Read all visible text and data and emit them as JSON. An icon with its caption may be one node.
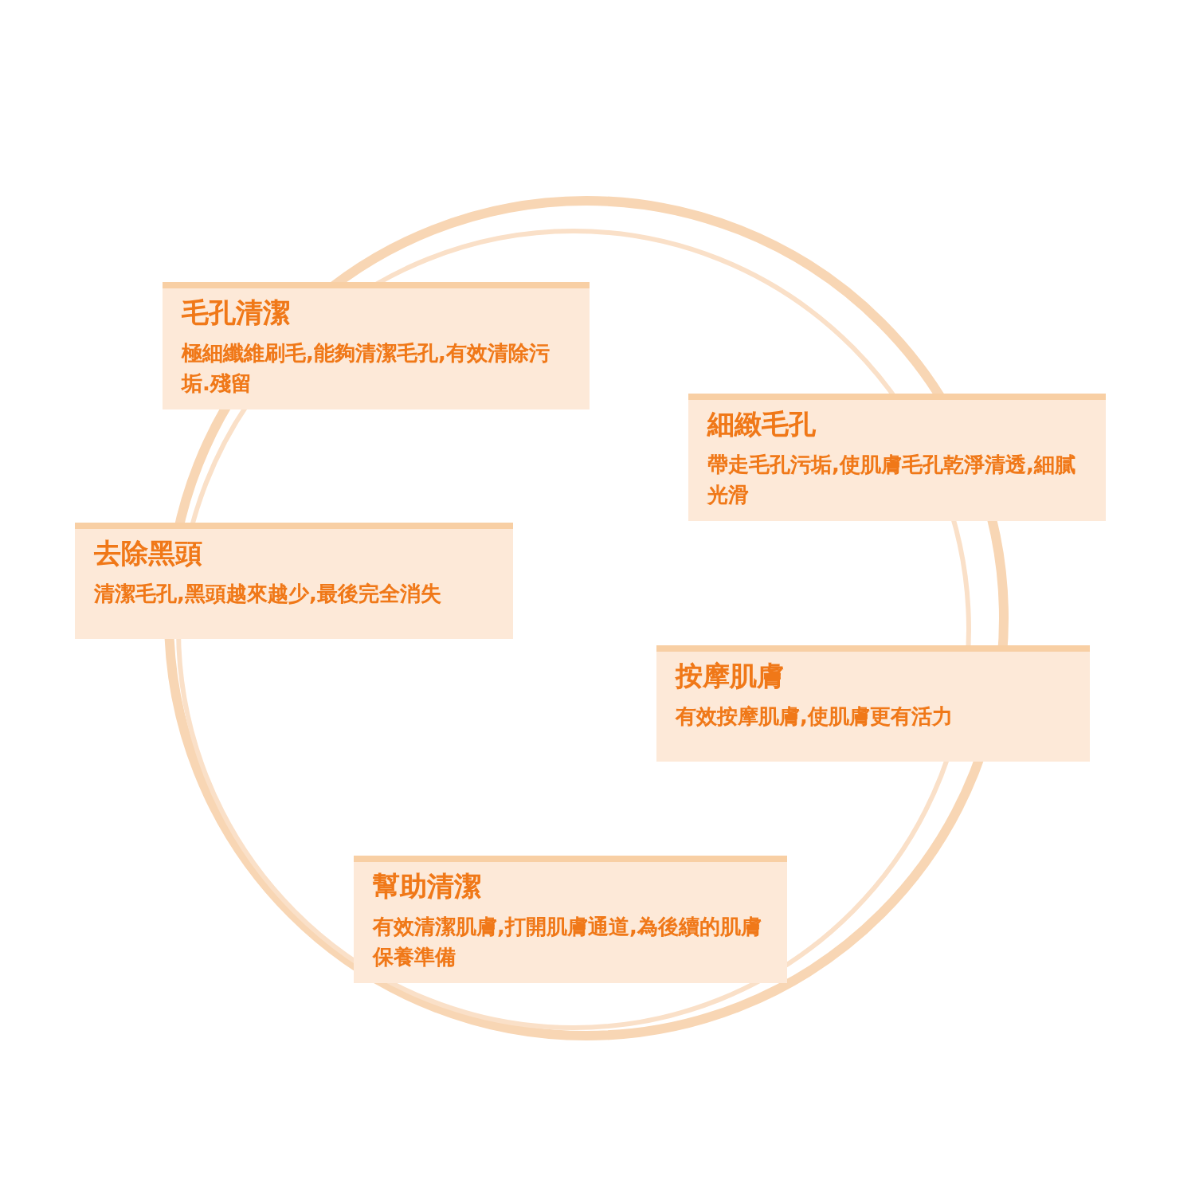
{
  "diagram": {
    "nodes": [
      {
        "text": [
          "毛孔清潔",
          "極細纖維刷毛,能夠清潔毛孔,有效清除污垢.殘留"
        ]
      },
      {
        "text": [
          "細緻毛孔",
          "帶走毛孔污垢,使肌膚毛孔乾淨清透,細膩光滑"
        ]
      },
      {
        "text": [
          "去除黑頭",
          "清潔毛孔,黑頭越來越少,最後完全消失"
        ]
      },
      {
        "text": [
          "按摩肌膚",
          "有效按摩肌膚,使肌膚更有活力"
        ]
      },
      {
        "text": [
          "幫助清潔",
          "有效清潔肌膚,打開肌膚通道,為後續的肌膚保養準備"
        ]
      }
    ]
  }
}
